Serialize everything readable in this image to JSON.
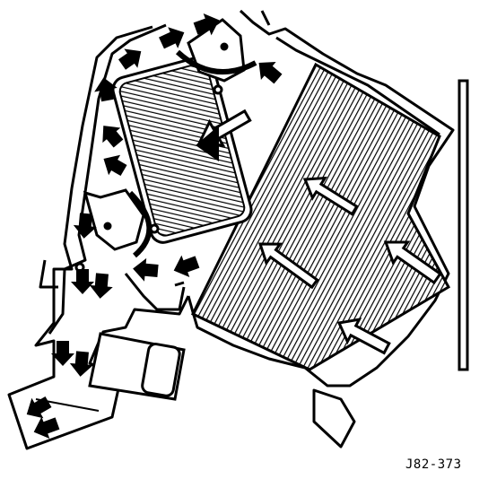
{
  "figure": {
    "reference_code": "J82-373",
    "colors": {
      "ink": "#000000",
      "paper": "#ffffff"
    },
    "components": [
      {
        "id": "evaporator-core",
        "icon": "hatched-core"
      },
      {
        "id": "heater-core",
        "icon": "hatched-core"
      },
      {
        "id": "upper-blend-door",
        "icon": "door-flap"
      },
      {
        "id": "lower-mode-door",
        "icon": "door-flap"
      },
      {
        "id": "outlet-box",
        "icon": "rounded-box"
      },
      {
        "id": "mounting-bar",
        "icon": "bar"
      }
    ],
    "airflow": {
      "inlet_arrow_style": "outline",
      "duct_arrow_style": "solid"
    }
  }
}
